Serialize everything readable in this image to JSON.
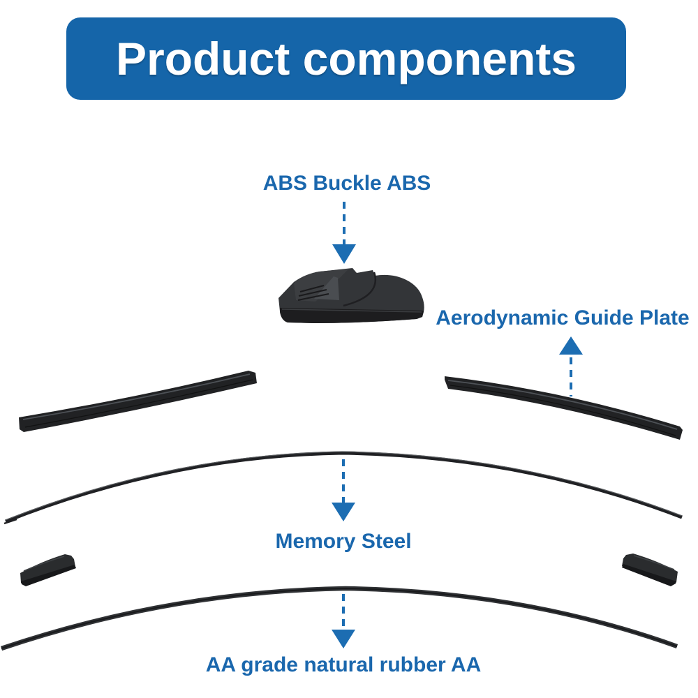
{
  "header": {
    "title": "Product components"
  },
  "annotations": [
    {
      "label": "ABS Buckle ABS",
      "arrow": "down"
    },
    {
      "label": "Aerodynamic Guide Plate",
      "arrow": "up"
    },
    {
      "label": "Memory Steel",
      "arrow": "down"
    },
    {
      "label": "AA grade natural rubber AA",
      "arrow": "down"
    }
  ],
  "icons": {
    "buckle_arrow": "dashed-down-arrow",
    "guide_plate_arrow": "dashed-up-arrow",
    "memory_steel_arrow": "dashed-down-arrow",
    "rubber_arrow": "dashed-down-arrow"
  },
  "colors": {
    "header_bg": "#1565a9",
    "header_text": "#ffffff",
    "label_blue": "#1a67ad",
    "arrow_blue": "#1c6db2",
    "part_dark": "#2a2c2e",
    "canvas_bg": "#ffffff"
  }
}
